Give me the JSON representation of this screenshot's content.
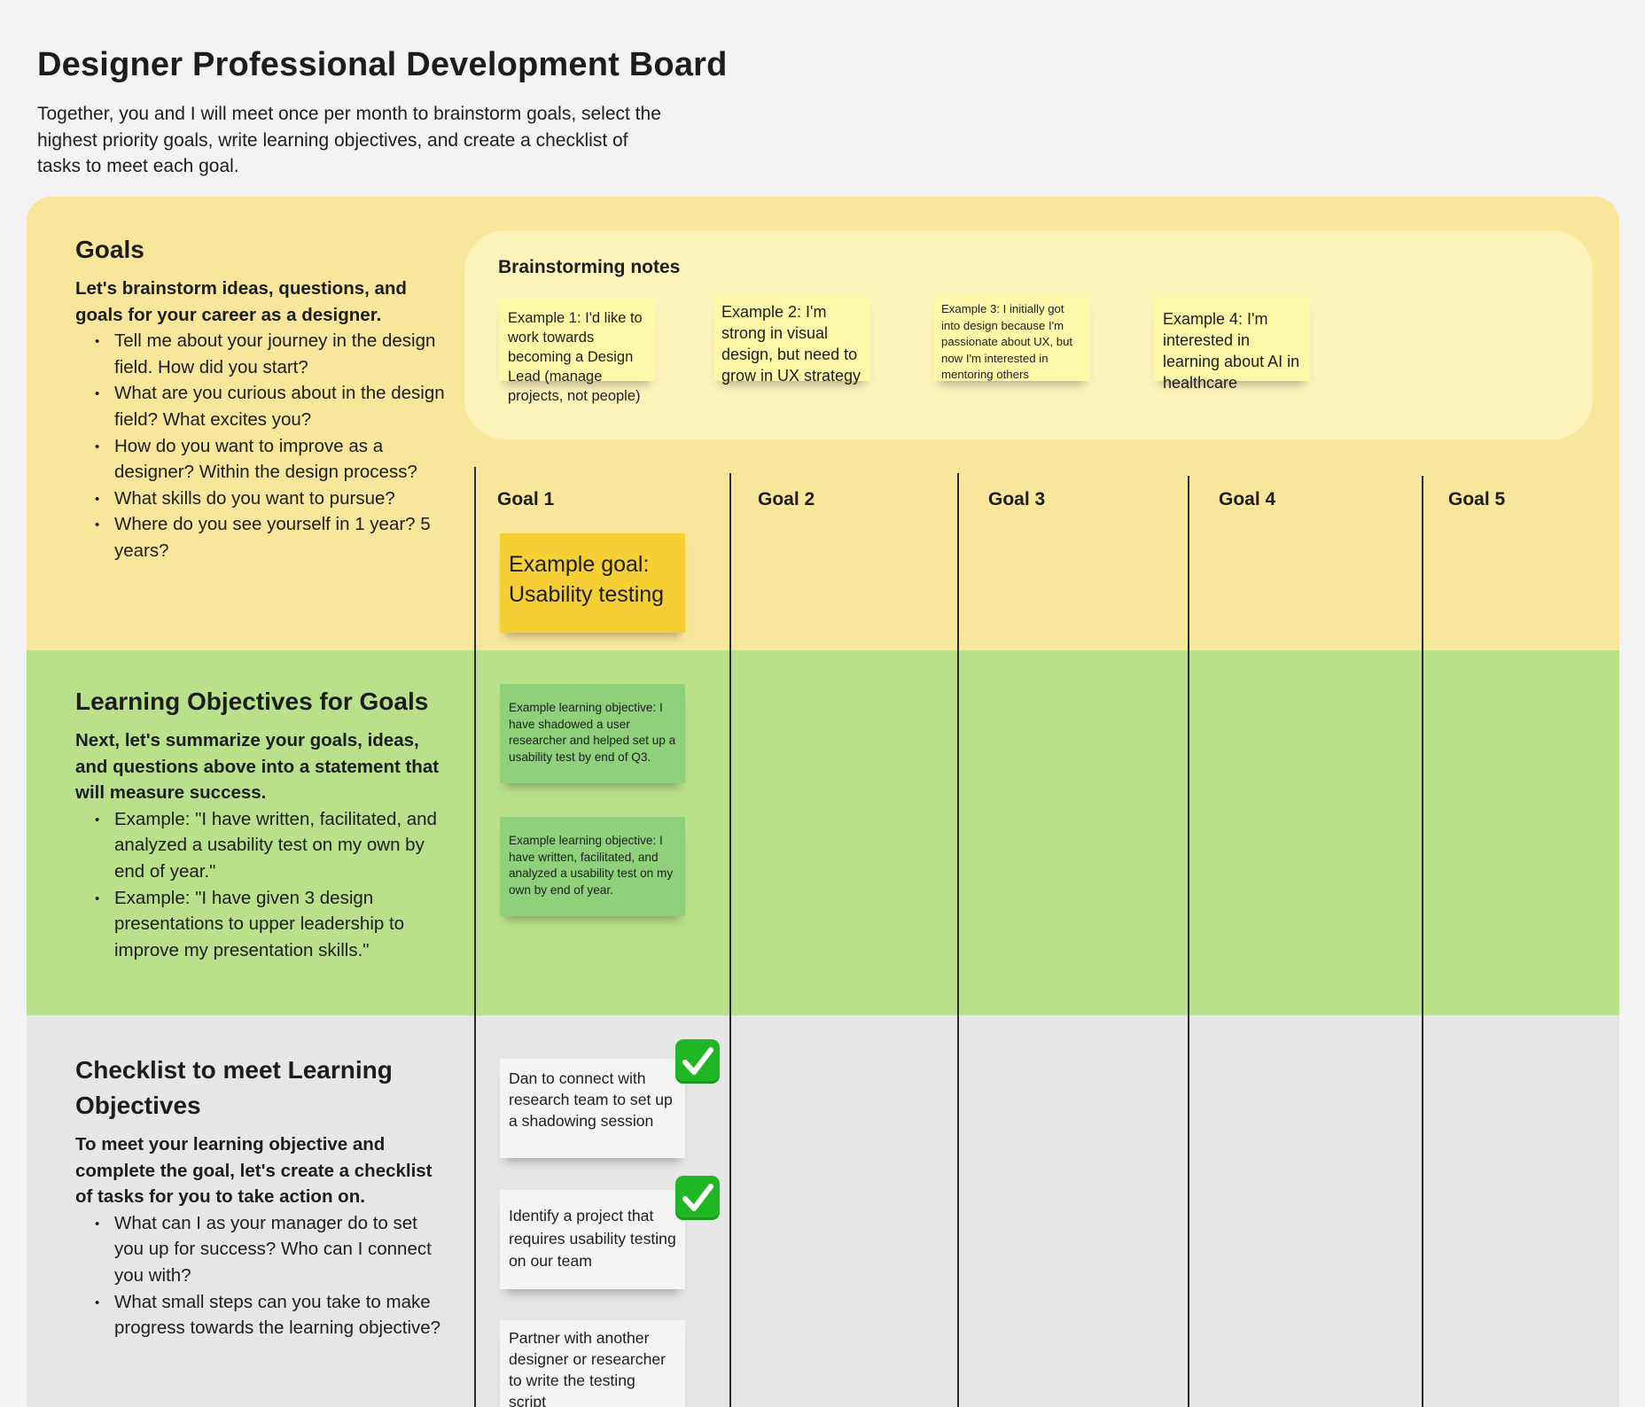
{
  "page": {
    "title": "Designer Professional Development Board",
    "intro": "Together, you and I will meet once per month to brainstorm goals, select the highest priority goals, write learning objectives, and create a checklist of tasks to meet each goal."
  },
  "goals_section": {
    "heading": "Goals",
    "lead": "Let's brainstorm ideas, questions, and goals for your career as a designer.",
    "bullets": [
      "Tell me about your journey in the design field. How did you start?",
      "What are you curious about in the design field? What excites you?",
      "How do you want to improve as a designer? Within the design process?",
      "What skills do you want to pursue?",
      "Where do you see yourself in 1 year? 5 years?"
    ]
  },
  "brainstorm": {
    "title": "Brainstorming notes",
    "notes": [
      "Example 1: I'd like to work towards becoming a Design Lead (manage projects, not people)",
      "Example 2: I'm strong in visual design, but need to grow in UX strategy",
      "Example 3: I initially got into design because I'm passionate about UX, but now I'm interested in mentoring others",
      "Example 4: I'm interested in learning about AI in healthcare"
    ]
  },
  "goal_columns": [
    "Goal 1",
    "Goal 2",
    "Goal 3",
    "Goal 4",
    "Goal 5"
  ],
  "example_goal": "Example goal: Usability testing",
  "objectives_section": {
    "heading": "Learning Objectives for Goals",
    "lead": "Next, let's summarize your goals, ideas, and questions above into a statement that will measure success.",
    "bullets": [
      "Example: \"I have written, facilitated, and analyzed a usability test on my own by end of year.\"",
      "Example: \"I have given 3 design presentations to upper leadership to improve my presentation skills.\""
    ],
    "notes": [
      "Example learning objective: I have shadowed a user researcher and helped set up a usability test by end of Q3.",
      "Example learning objective: I have written, facilitated, and analyzed a usability test on my own by end of year."
    ]
  },
  "checklist_section": {
    "heading": "Checklist to meet Learning Objectives",
    "lead": "To meet your learning objective and complete the goal, let's create a checklist of tasks for you to take action on.",
    "bullets": [
      "What can I as your manager do to set you up for success? Who can I connect you with?",
      "What small steps can you take to make progress towards the learning objective?"
    ],
    "tasks": [
      {
        "text": "Dan to connect with research team to set up a shadowing session",
        "done": true
      },
      {
        "text": "Identify a project that requires usability testing on our team",
        "done": true
      },
      {
        "text": "Partner with another designer or researcher to write the testing script",
        "done": false
      }
    ]
  },
  "colors": {
    "goals_band": "#f8e69b",
    "objectives_band": "#b9e08b",
    "checklist_band": "#e6e6e6",
    "brainstorm_panel": "#fef2bb",
    "yellow_note": "#fff8a8",
    "goal_note": "#f5cf34",
    "green_note": "#8fd17a",
    "white_note": "#f4f4f4",
    "check_green": "#1fb723"
  },
  "icons": {
    "done": "check-mark-icon"
  }
}
